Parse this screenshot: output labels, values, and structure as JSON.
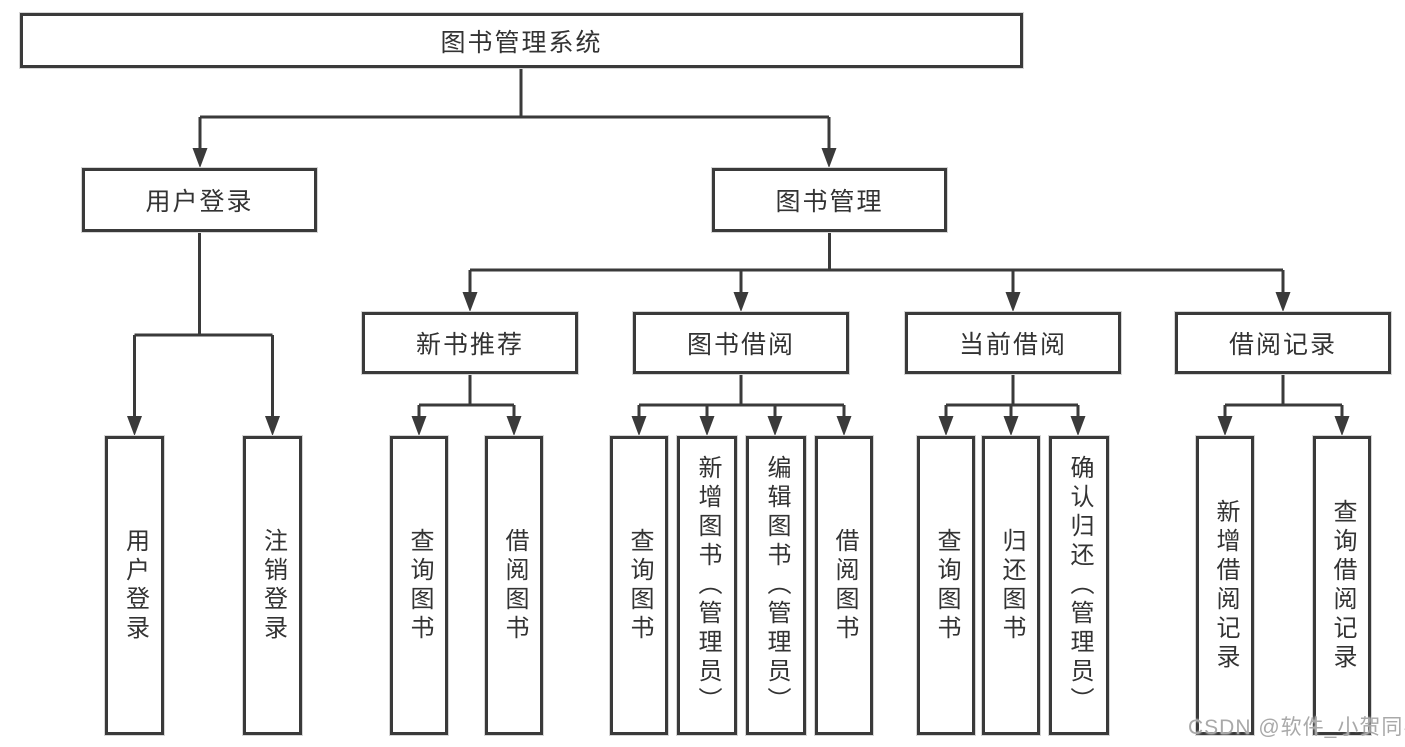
{
  "diagram": {
    "title": "图书管理系统",
    "branches": [
      {
        "label": "用户登录",
        "children": [
          {
            "label": "用户登录"
          },
          {
            "label": "注销登录"
          }
        ]
      },
      {
        "label": "图书管理",
        "children": [
          {
            "label": "新书推荐",
            "children": [
              {
                "label": "查询图书"
              },
              {
                "label": "借阅图书"
              }
            ]
          },
          {
            "label": "图书借阅",
            "children": [
              {
                "label": "查询图书"
              },
              {
                "label": "新增图书（管理员）"
              },
              {
                "label": "编辑图书（管理员）"
              },
              {
                "label": "借阅图书"
              }
            ]
          },
          {
            "label": "当前借阅",
            "children": [
              {
                "label": "查询图书"
              },
              {
                "label": "归还图书"
              },
              {
                "label": "确认归还（管理员）"
              }
            ]
          },
          {
            "label": "借阅记录",
            "children": [
              {
                "label": "新增借阅记录"
              },
              {
                "label": "查询借阅记录"
              }
            ]
          }
        ]
      }
    ]
  },
  "watermark": {
    "text": "CSDN @软件_小贺同学"
  },
  "colors": {
    "line": "#3a3a3a",
    "text": "#333333",
    "background": "#ffffff",
    "watermark": "#a9a9a9"
  }
}
